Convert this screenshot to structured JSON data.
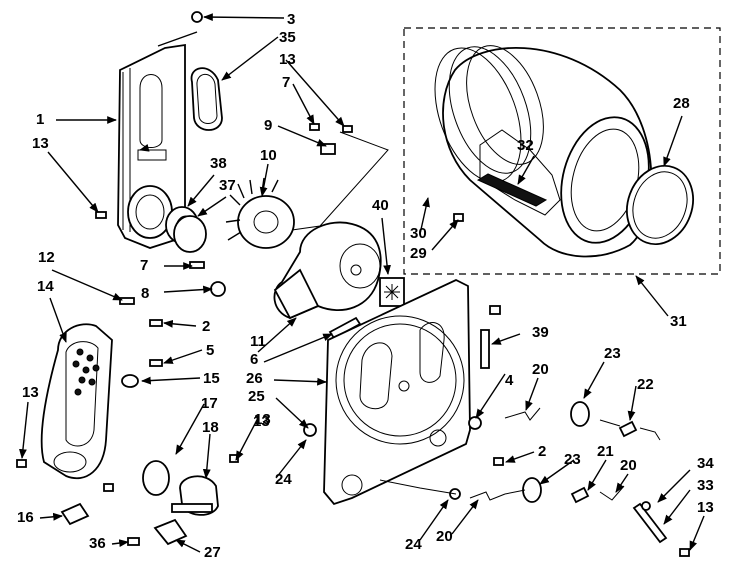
{
  "callouts": [
    "3",
    "35",
    "13",
    "7",
    "9",
    "10",
    "38",
    "37",
    "1",
    "13",
    "40",
    "30",
    "29",
    "32",
    "28",
    "31",
    "12",
    "14",
    "7",
    "8",
    "2",
    "5",
    "15",
    "11",
    "6",
    "26",
    "25",
    "13",
    "39",
    "4",
    "20",
    "23",
    "22",
    "13",
    "17",
    "18",
    "24",
    "16",
    "13",
    "36",
    "27",
    "2",
    "23",
    "21",
    "20",
    "34",
    "33",
    "13",
    "24",
    "20"
  ],
  "icons": {
    "parts": "exploded-parts-drawing",
    "arrow": "leader-arrow"
  },
  "colors": {
    "ink": "#000000",
    "paper": "#ffffff"
  }
}
